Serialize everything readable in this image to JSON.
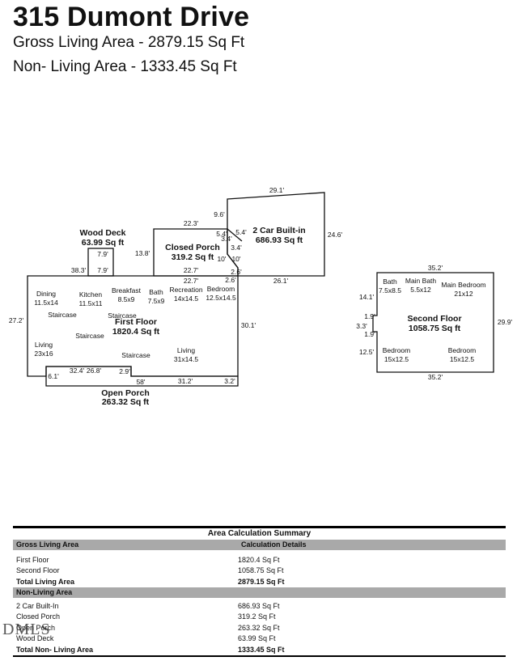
{
  "header": {
    "address": "315 Dumont Drive",
    "gross_line": "Gross Living Area - 2879.15 Sq Ft",
    "non_living_line": "Non- Living Area - 1333.45 Sq Ft"
  },
  "plan": {
    "wood_deck": {
      "name": "Wood Deck",
      "area": "63.99 Sq ft"
    },
    "closed_porch": {
      "name": "Closed Porch",
      "area": "319.2 Sq ft"
    },
    "garage": {
      "name": "2 Car Built-in",
      "area": "686.93 Sq ft"
    },
    "first_floor": {
      "name": "First Floor",
      "area": "1820.4 Sq ft"
    },
    "open_porch": {
      "name": "Open Porch",
      "area": "263.32 Sq ft"
    },
    "second_floor": {
      "name": "Second Floor",
      "area": "1058.75 Sq ft"
    },
    "rooms": {
      "dining": [
        "Dining",
        "11.5x14"
      ],
      "kitchen": [
        "Kitchen",
        "11.5x11"
      ],
      "breakfast": [
        "Breakfast",
        "8.5x9"
      ],
      "bath1": [
        "Bath",
        "7.5x9"
      ],
      "recreation": [
        "Recreation",
        "14x14.5"
      ],
      "bedroom1": [
        "Bedroom",
        "12.5x14.5"
      ],
      "living1": [
        "Living",
        "23x16"
      ],
      "living2": [
        "Living",
        "31x14.5"
      ],
      "staircase": "Staircase",
      "bath2": [
        "Bath",
        "7.5x8.5"
      ],
      "main_bath": [
        "Main Bath",
        "5.5x12"
      ],
      "main_bedroom": [
        "Main Bedroom",
        "21x12"
      ],
      "bedroom2": [
        "Bedroom",
        "15x12.5"
      ],
      "bedroom3": [
        "Bedroom",
        "15x12.5"
      ]
    },
    "dims": {
      "g_top": "29.1'",
      "g_right": "24.6'",
      "g_bottom": "26.1'",
      "g_step_top": "9.6'",
      "g_54a": "5.4'",
      "g_54b": "5.4'",
      "g_34": "3.4'",
      "g_34b": "3.4'",
      "g_10a": "10'",
      "g_10b": "10'",
      "g_26": "2.6'",
      "g_26b": "2.6'",
      "cp_top": "22.3'",
      "cp_left": "13.8'",
      "cp_bottom": "22.7'",
      "cp_bottom2": "22.7'",
      "wd_top": "7.9'",
      "wd_bottom": "7.9'",
      "ff_top_left": "38.3'",
      "ff_left": "27.2'",
      "ff_right": "30.1'",
      "ff_61": "6.1'",
      "ff_324": "32.4'",
      "ff_268": "26.8'",
      "ff_29": "2.9'",
      "ff_58": "58'",
      "ff_312": "31.2'",
      "ff_32": "3.2'",
      "sf_top": "35.2'",
      "sf_bottom": "35.2'",
      "sf_right": "29.9'",
      "sf_141": "14.1'",
      "sf_19a": "1.9'",
      "sf_33": "3.3'",
      "sf_19b": "1.9'",
      "sf_125": "12.5'"
    }
  },
  "summary": {
    "title": "Area Calculation Summary",
    "gross_header": "Gross Living Area",
    "details_header": "Calculation Details",
    "gross_rows": [
      {
        "label": "First Floor",
        "value": "1820.4 Sq Ft"
      },
      {
        "label": "Second Floor",
        "value": "1058.75 Sq Ft"
      }
    ],
    "gross_total": {
      "label": "Total Living Area",
      "value": "2879.15 Sq Ft"
    },
    "non_header": "Non-Living Area",
    "non_rows": [
      {
        "label": "2 Car Built-In",
        "value": "686.93 Sq Ft"
      },
      {
        "label": "Closed Porch",
        "value": "319.2 Sq Ft"
      },
      {
        "label": "Open Porch",
        "value": "263.32 Sq Ft"
      },
      {
        "label": "Wood Deck",
        "value": "63.99 Sq Ft"
      }
    ],
    "non_total": {
      "label": "Total Non- Living Area",
      "value": "1333.45 Sq Ft"
    }
  },
  "watermark": "DMLS"
}
